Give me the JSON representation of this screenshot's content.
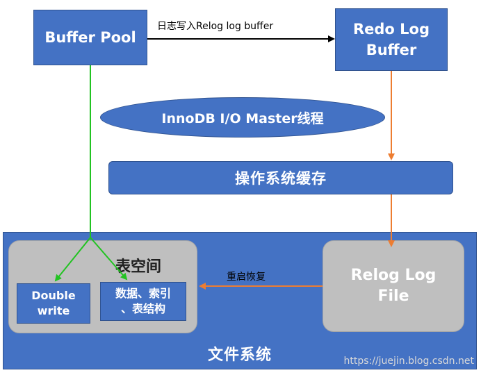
{
  "nodes": {
    "buffer_pool": "Buffer Pool",
    "redo_log_buffer_line1": "Redo Log",
    "redo_log_buffer_line2": "Buffer",
    "io_thread": "InnoDB I/O Master线程",
    "os_cache": "操作系统缓存",
    "filesystem": "文件系统",
    "tablespace": "表空间",
    "double_write_line1": "Double",
    "double_write_line2": "write",
    "data_line1": "数据、索引",
    "data_line2": "、表结构",
    "relog_file_line1": "Relog Log",
    "relog_file_line2": "File"
  },
  "edges": {
    "write_relog": "日志写入Relog log buffer",
    "restart_recover": "重启恢复"
  },
  "watermark": "https://juejin.blog.csdn.net",
  "colors": {
    "blue_fill": "#4472c4",
    "gray_fill": "#bfbfbf",
    "green_arrow": "#22c322",
    "orange_arrow": "#ed7d31",
    "black_arrow": "#000000"
  }
}
